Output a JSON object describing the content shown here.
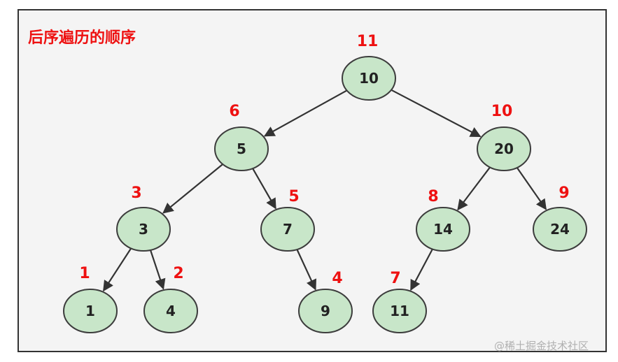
{
  "title": "后序遍历的顺序",
  "watermark": "@稀土掘金技术社区",
  "colors": {
    "background": "#f4f4f4",
    "border": "#333333",
    "node_fill": "#c8e6c9",
    "node_stroke": "#3c3c3c",
    "edge": "#333333",
    "order_text": "#ee1111"
  },
  "tree": {
    "nodes": [
      {
        "id": "n10",
        "label": "10",
        "order": "11"
      },
      {
        "id": "n5",
        "label": "5",
        "order": "6"
      },
      {
        "id": "n20",
        "label": "20",
        "order": "10"
      },
      {
        "id": "n3",
        "label": "3",
        "order": "3"
      },
      {
        "id": "n7",
        "label": "7",
        "order": "5"
      },
      {
        "id": "n14",
        "label": "14",
        "order": "8"
      },
      {
        "id": "n24",
        "label": "24",
        "order": "9"
      },
      {
        "id": "n1",
        "label": "1",
        "order": "1"
      },
      {
        "id": "n4",
        "label": "4",
        "order": "2"
      },
      {
        "id": "n9",
        "label": "9",
        "order": "4"
      },
      {
        "id": "n11",
        "label": "11",
        "order": "7"
      }
    ],
    "edges": [
      {
        "from": "n10",
        "to": "n5"
      },
      {
        "from": "n10",
        "to": "n20"
      },
      {
        "from": "n5",
        "to": "n3"
      },
      {
        "from": "n5",
        "to": "n7"
      },
      {
        "from": "n20",
        "to": "n14"
      },
      {
        "from": "n20",
        "to": "n24"
      },
      {
        "from": "n3",
        "to": "n1"
      },
      {
        "from": "n3",
        "to": "n4"
      },
      {
        "from": "n7",
        "to": "n9"
      },
      {
        "from": "n14",
        "to": "n11"
      }
    ]
  }
}
